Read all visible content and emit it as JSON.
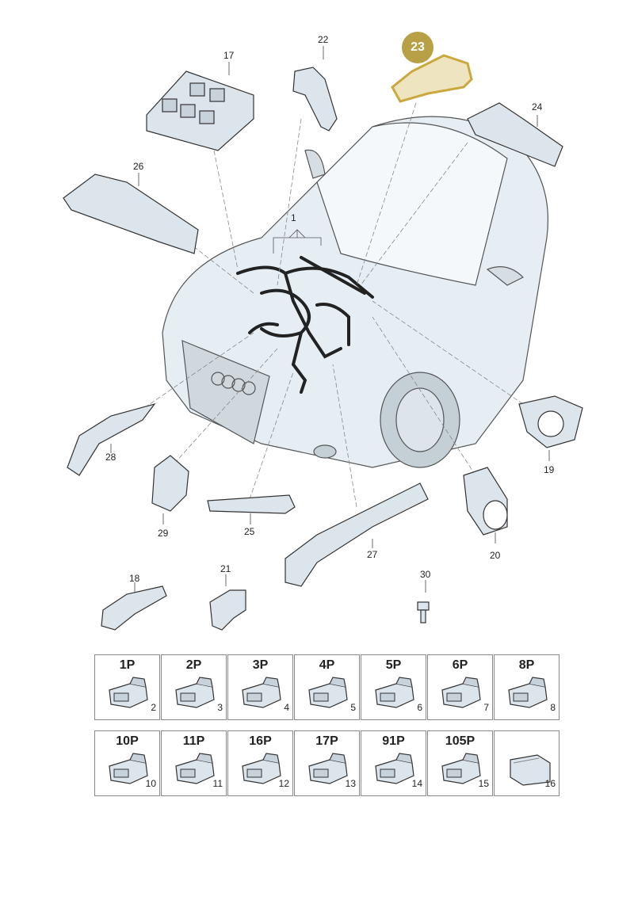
{
  "badge": {
    "highlighted_part": "23"
  },
  "callouts": {
    "p1": "1",
    "p17": "17",
    "p22": "22",
    "p24": "24",
    "p26": "26",
    "p28": "28",
    "p29": "29",
    "p25": "25",
    "p27": "27",
    "p19": "19",
    "p20": "20",
    "p18": "18",
    "p21": "21",
    "p30": "30"
  },
  "connectors_row1": [
    {
      "pins": "1P",
      "part": "2"
    },
    {
      "pins": "2P",
      "part": "3"
    },
    {
      "pins": "3P",
      "part": "4"
    },
    {
      "pins": "4P",
      "part": "5"
    },
    {
      "pins": "5P",
      "part": "6"
    },
    {
      "pins": "6P",
      "part": "7"
    },
    {
      "pins": "8P",
      "part": "8"
    }
  ],
  "connectors_row2": [
    {
      "pins": "10P",
      "part": "10"
    },
    {
      "pins": "11P",
      "part": "11"
    },
    {
      "pins": "16P",
      "part": "12"
    },
    {
      "pins": "17P",
      "part": "13"
    },
    {
      "pins": "91P",
      "part": "14"
    },
    {
      "pins": "105P",
      "part": "15"
    },
    {
      "pins": "",
      "part": "16"
    }
  ],
  "colors": {
    "highlight": "#b8a046",
    "car_fill": "#e6eef4",
    "line": "#333333"
  }
}
